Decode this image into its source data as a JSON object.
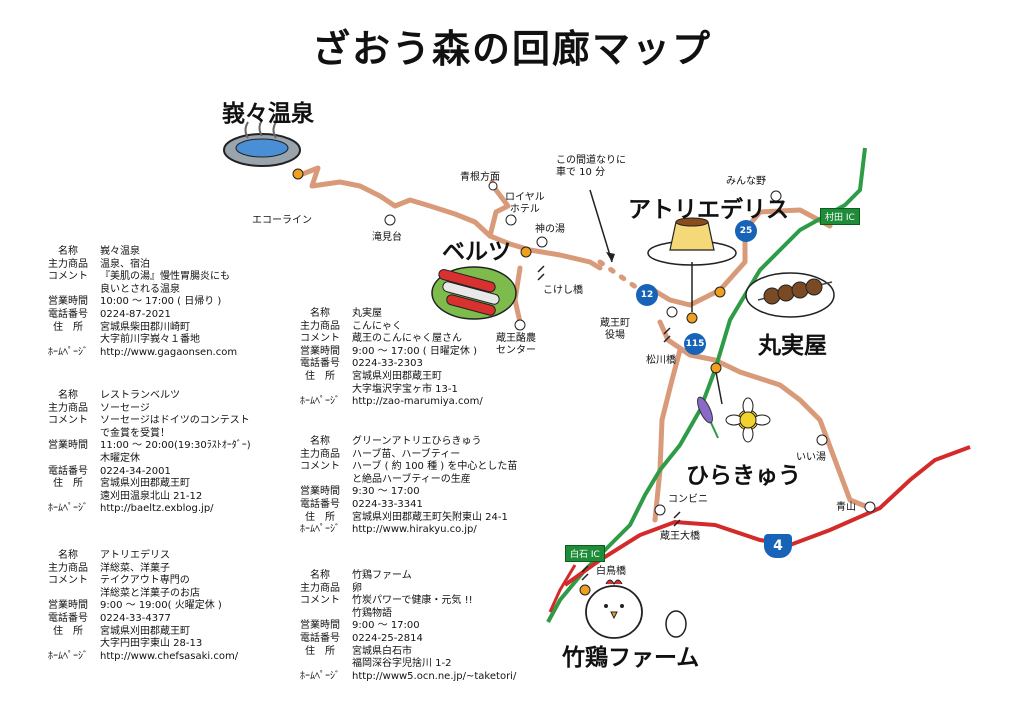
{
  "title": "ざおう森の回廊マップ",
  "spots": {
    "onsen": "峩々温泉",
    "baeltz": "ベルツ",
    "atelier": "アトリエデリス",
    "marumi": "丸実屋",
    "hirakyu": "ひらきゅう",
    "taketori": "竹鶏ファーム"
  },
  "places": {
    "ecoline": "エコーライン",
    "takimidai": "滝見台",
    "aone": "青根方面",
    "royal": "ロイヤル\nホテル",
    "kaminoyu": "神の湯",
    "kokeshi": "こけし橋",
    "nokyo": "蔵王酪農\nセンター",
    "minnano": "みんな野",
    "yakuba": "蔵王町\n役場",
    "matsukawa": "松川橋",
    "iiyu": "いい湯",
    "aoyama": "青山",
    "conveni": "コンビニ",
    "zaooohashi": "蔵王大橋",
    "hakuchou": "白鳥橋"
  },
  "note": "この間道なりに\n車で 10 分",
  "interchanges": {
    "murata": "村田 IC",
    "shiroishi": "白石 IC"
  },
  "routes": {
    "r25": "25",
    "r12": "12",
    "r115": "115",
    "r4": "4"
  },
  "info": {
    "onsen": [
      {
        "k": "名称",
        "v": "峩々温泉"
      },
      {
        "k": "主力商品",
        "v": "温泉、宿泊"
      },
      {
        "k": "コメント",
        "v": "『美肌の湯』慢性胃腸炎にも\n良いとされる温泉"
      },
      {
        "k": "営業時間",
        "v": "10:00 ～ 17:00 ( 日帰り )"
      },
      {
        "k": "電話番号",
        "v": "0224-87-2021"
      },
      {
        "k": "住　所",
        "v": "宮城県柴田郡川崎町\n大字前川字峩々１番地"
      },
      {
        "k": "ﾎｰﾑﾍﾟｰｼﾞ",
        "v": "http://www.gagaonsen.com"
      }
    ],
    "baeltz": [
      {
        "k": "名称",
        "v": "レストランベルツ"
      },
      {
        "k": "主力商品",
        "v": "ソーセージ"
      },
      {
        "k": "コメント",
        "v": "ソーセージはドイツのコンテスト\nで金賞を受賞！"
      },
      {
        "k": "営業時間",
        "v": "11:00 ～ 20:00(19:30ﾗｽﾄｵｰﾀﾞｰ)\n木曜定休"
      },
      {
        "k": "電話番号",
        "v": "0224-34-2001"
      },
      {
        "k": "住　所",
        "v": "宮城県刈田郡蔵王町\n遠刈田温泉北山 21-12"
      },
      {
        "k": "ﾎｰﾑﾍﾟｰｼﾞ",
        "v": "http://baeltz.exblog.jp/"
      }
    ],
    "atelier": [
      {
        "k": "名称",
        "v": "アトリエデリス"
      },
      {
        "k": "主力商品",
        "v": "洋総菜、洋菓子"
      },
      {
        "k": "コメント",
        "v": "テイクアウト専門の\n洋総菜と洋菓子のお店"
      },
      {
        "k": "営業時間",
        "v": "9:00 ～ 19:00( 火曜定休 )"
      },
      {
        "k": "電話番号",
        "v": "0224-33-4377"
      },
      {
        "k": "住　所",
        "v": "宮城県刈田郡蔵王町\n大字円田字東山 28-13"
      },
      {
        "k": "ﾎｰﾑﾍﾟｰｼﾞ",
        "v": "http://www.chefsasaki.com/"
      }
    ],
    "marumi": [
      {
        "k": "名称",
        "v": "丸実屋"
      },
      {
        "k": "主力商品",
        "v": "こんにゃく"
      },
      {
        "k": "コメント",
        "v": "蔵王のこんにゃく屋さん"
      },
      {
        "k": "営業時間",
        "v": "9:00 ～ 17:00 ( 日曜定休 )"
      },
      {
        "k": "電話番号",
        "v": "0224-33-2303"
      },
      {
        "k": "住　所",
        "v": "宮城県刈田郡蔵王町\n大字塩沢字宝ヶ市 13-1"
      },
      {
        "k": "ﾎｰﾑﾍﾟｰｼﾞ",
        "v": "http://zao-marumiya.com/"
      }
    ],
    "hirakyu": [
      {
        "k": "名称",
        "v": "グリーンアトリエひらきゅう"
      },
      {
        "k": "主力商品",
        "v": "ハーブ苗、ハーブティー"
      },
      {
        "k": "コメント",
        "v": "ハーブ ( 約 100 種 ) を中心とした苗\nと絶品ハーブティーの生産"
      },
      {
        "k": "営業時間",
        "v": "9:30 ～ 17:00"
      },
      {
        "k": "電話番号",
        "v": "0224-33-3341"
      },
      {
        "k": "住　所",
        "v": "宮城県刈田郡蔵王町矢附東山 24-1"
      },
      {
        "k": "ﾎｰﾑﾍﾟｰｼﾞ",
        "v": "http://www.hirakyu.co.jp/"
      }
    ],
    "taketori": [
      {
        "k": "名称",
        "v": "竹鶏ファーム"
      },
      {
        "k": "主力商品",
        "v": "卵"
      },
      {
        "k": "コメント",
        "v": "竹炭パワーで健康・元気 !!\n竹鶏物語"
      },
      {
        "k": "営業時間",
        "v": "9:00 ～ 17:00"
      },
      {
        "k": "電話番号",
        "v": "0224-25-2814"
      },
      {
        "k": "住　所",
        "v": "宮城県白石市\n福岡深谷字児捨川 1-2"
      },
      {
        "k": "ﾎｰﾑﾍﾟｰｼﾞ",
        "v": "http://www5.ocn.ne.jp/~taketori/"
      }
    ]
  },
  "colors": {
    "local_road": "#d99a7a",
    "highway": "#2e9b47",
    "national_road": "#d42a2a",
    "spot_marker": "#f0a020",
    "route_shield": "#1763b8"
  }
}
